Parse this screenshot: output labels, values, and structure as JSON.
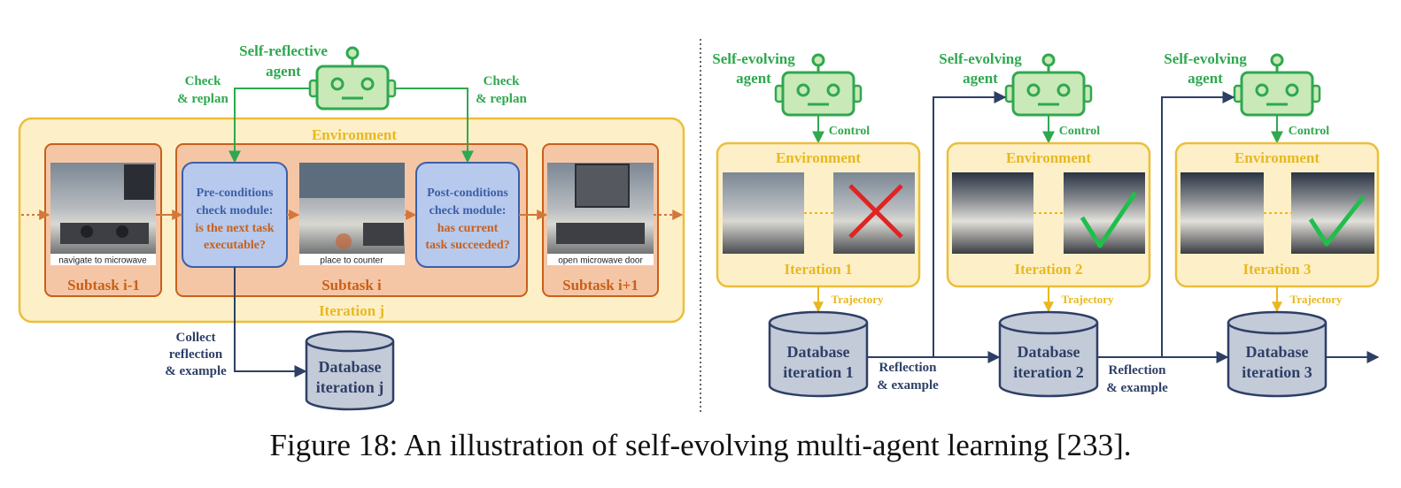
{
  "left": {
    "agent_label": [
      "Self-reflective",
      "agent"
    ],
    "check_left": [
      "Check",
      "& replan"
    ],
    "check_right": [
      "Check",
      "& replan"
    ],
    "environment": "Environment",
    "iteration": "Iteration j",
    "subtasks": [
      "Subtask i-1",
      "Subtask i",
      "Subtask i+1"
    ],
    "image_captions": [
      "navigate to microwave",
      "place to counter",
      "open microwave door"
    ],
    "pre_module": [
      "Pre-conditions",
      "check module:"
    ],
    "pre_question": [
      "is the next task",
      "executable?"
    ],
    "post_module": [
      "Post-conditions",
      "check module:"
    ],
    "post_question": [
      "has current",
      "task succeeded?"
    ],
    "collect": [
      "Collect",
      "reflection",
      "& example"
    ],
    "database": [
      "Database",
      "iteration j"
    ]
  },
  "right": {
    "columns": [
      {
        "agent": [
          "Self-evolving",
          "agent"
        ],
        "control": "Control",
        "environment": "Environment",
        "iteration": "Iteration 1",
        "trajectory": "Trajectory",
        "database": [
          "Database",
          "iteration 1"
        ],
        "result": "cross"
      },
      {
        "agent": [
          "Self-evolving",
          "agent"
        ],
        "control": "Control",
        "environment": "Environment",
        "iteration": "Iteration 2",
        "trajectory": "Trajectory",
        "database": [
          "Database",
          "iteration 2"
        ],
        "result": "check"
      },
      {
        "agent": [
          "Self-evolving",
          "agent"
        ],
        "control": "Control",
        "environment": "Environment",
        "iteration": "Iteration 3",
        "trajectory": "Trajectory",
        "database": [
          "Database",
          "iteration 3"
        ],
        "result": "check"
      }
    ],
    "reflection_labels": [
      [
        "Reflection",
        "& example"
      ],
      [
        "Reflection",
        "& example"
      ]
    ]
  },
  "caption": "Figure 18: An illustration of self-evolving multi-agent learning [233].",
  "colors": {
    "green": "#2fa84f",
    "robot_fill": "#c9e9b8",
    "environment_fill": "#fdf0c8",
    "environment_border": "#ecbe3a",
    "subtask_fill": "#f5c6a5",
    "subtask_border": "#c8601a",
    "module_fill": "#b7c9ec",
    "module_border": "#3b5fa8",
    "database_fill": "#c3cad8",
    "database_border": "#2e3f66"
  }
}
